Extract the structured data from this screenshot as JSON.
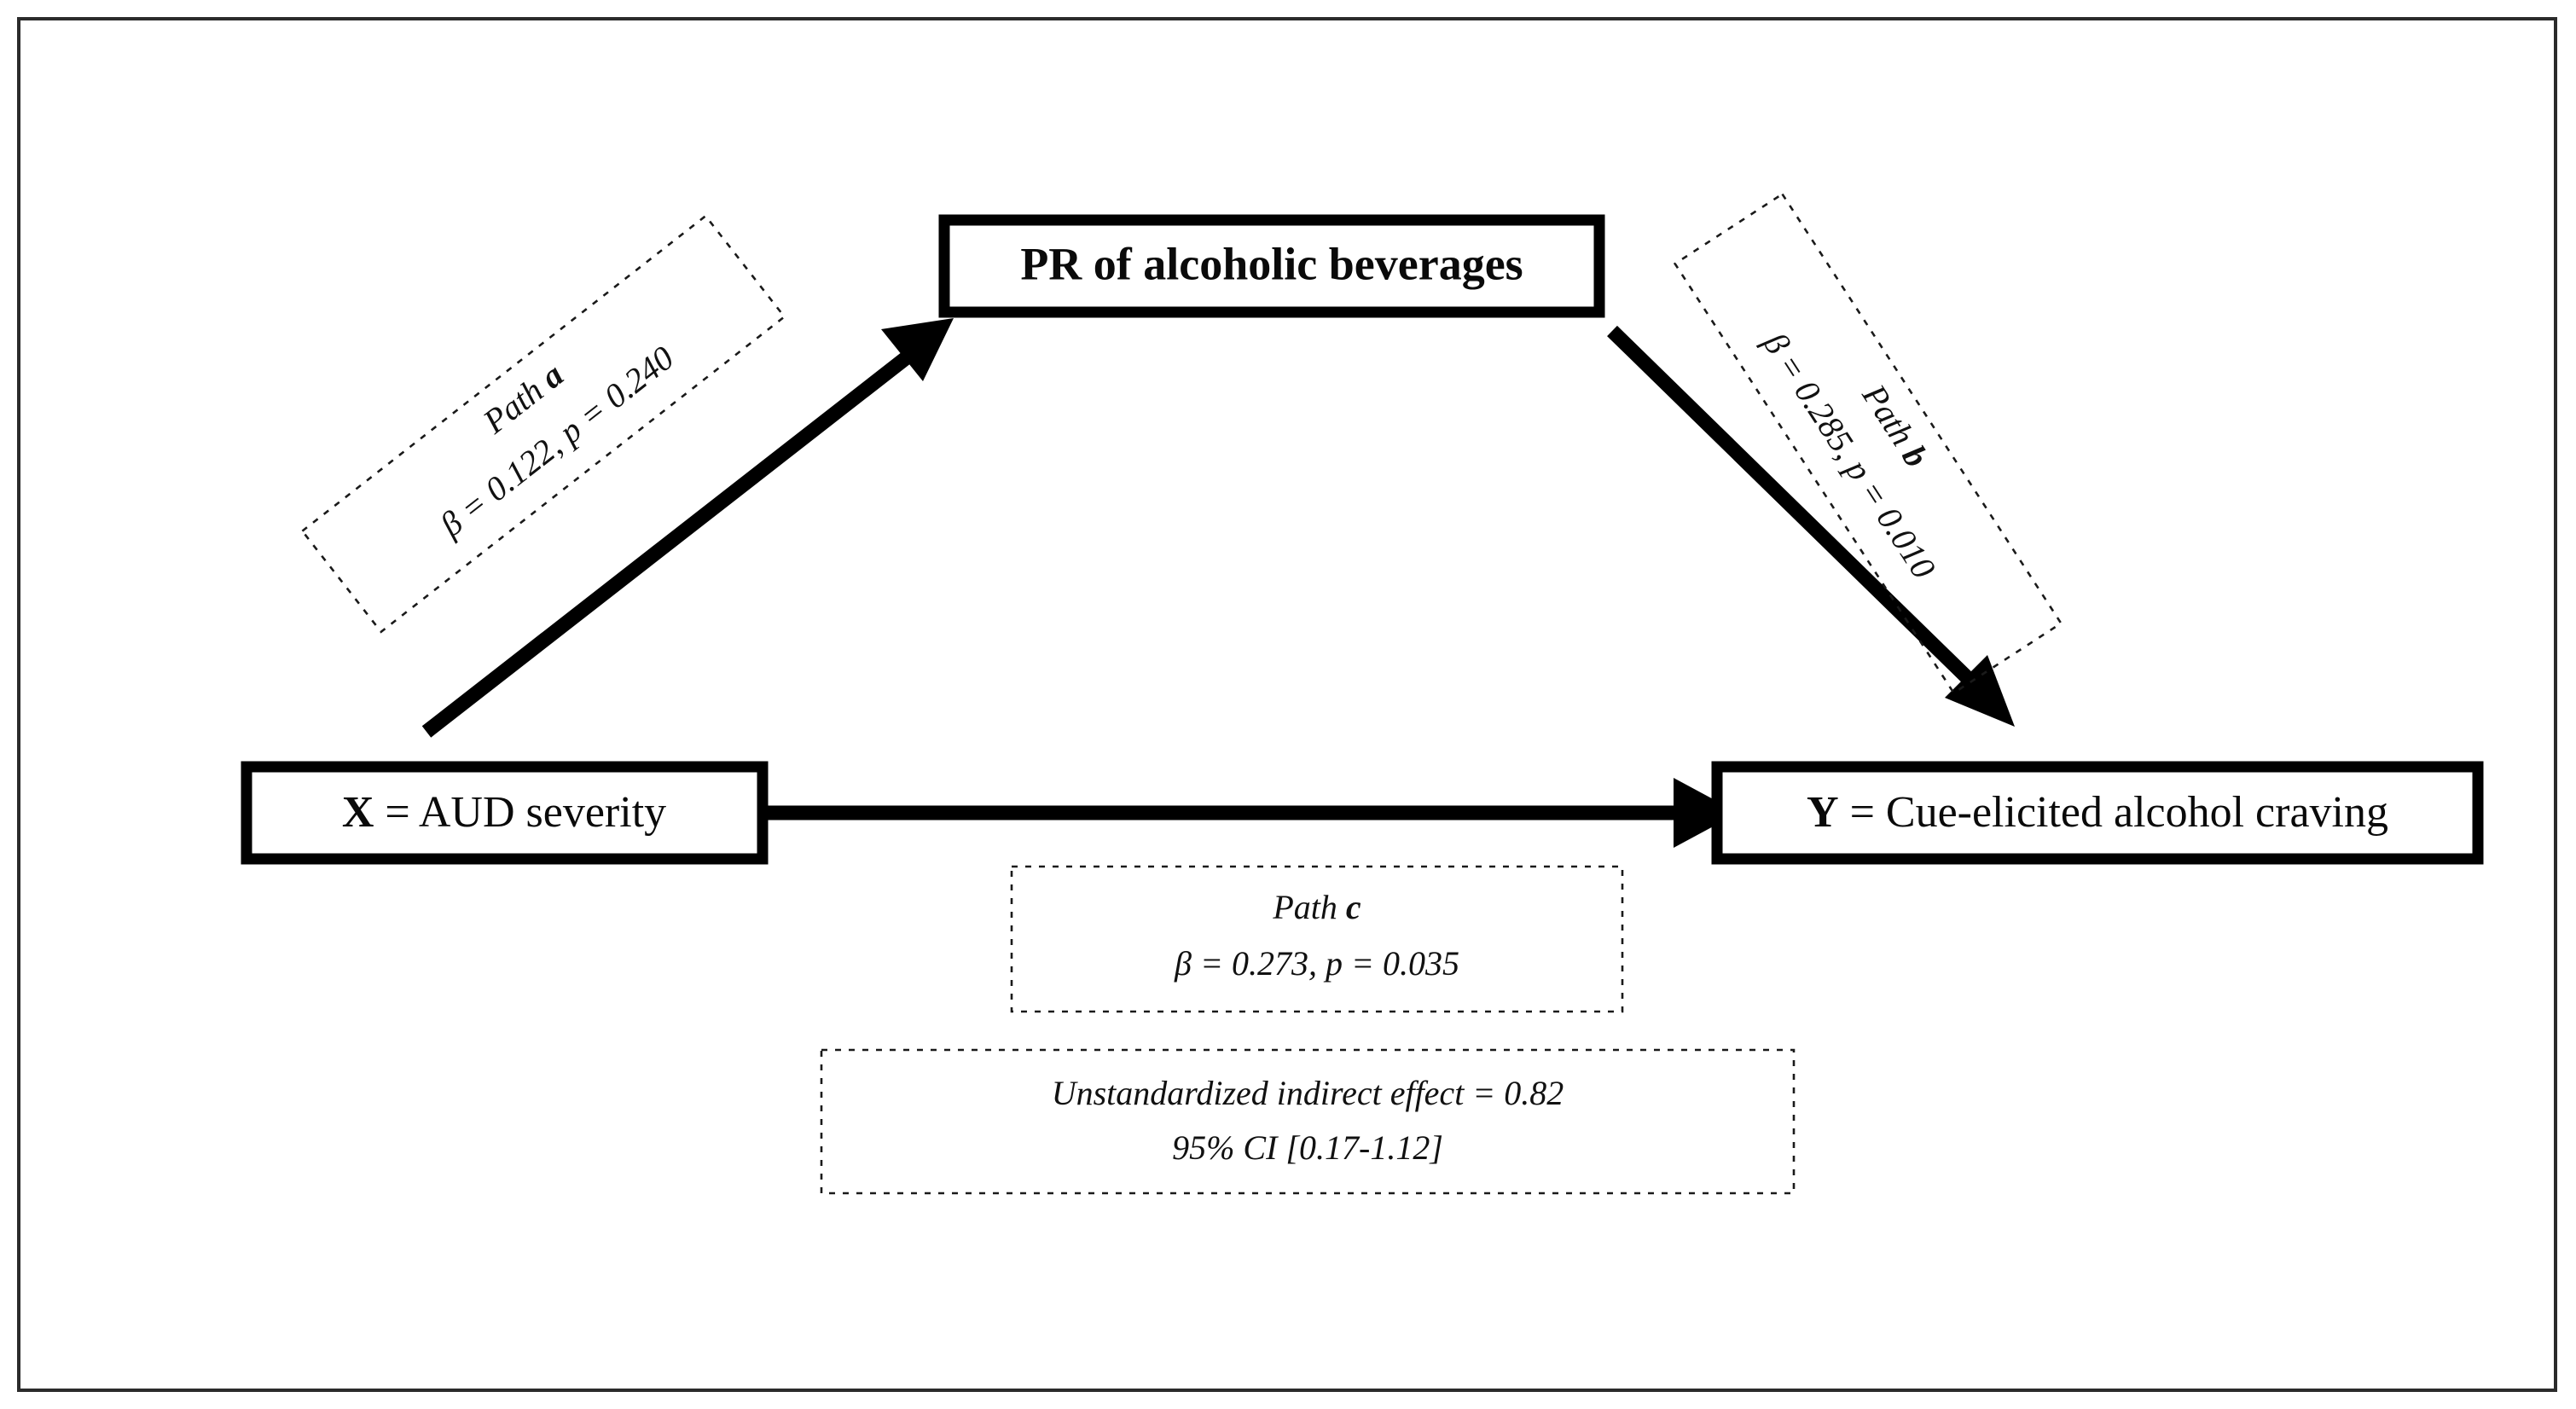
{
  "figure": {
    "type": "mediation-path-diagram",
    "background_color": "#ffffff",
    "line_color": "#000000",
    "frame_color": "#2b2b2b"
  },
  "nodes": {
    "predictor": {
      "var": "X",
      "separator": " = ",
      "name": "AUD severity",
      "full": "X = AUD severity"
    },
    "mediator": {
      "full": "PR of alcoholic beverages"
    },
    "outcome": {
      "var": "Y",
      "separator": " = ",
      "name": "Cue-elicited alcohol craving",
      "full": "Y = Cue-elicited alcohol craving"
    }
  },
  "paths": {
    "a": {
      "title_prefix": "Path ",
      "title_letter": "a",
      "stats": "β = 0.122, p = 0.240",
      "beta": 0.122,
      "p": 0.24,
      "rotation_deg": -38
    },
    "b": {
      "title_prefix": "Path ",
      "title_letter": "b",
      "stats": "β = 0.285, p = 0.010",
      "beta": 0.285,
      "p": 0.01,
      "rotation_deg": 57
    },
    "c": {
      "title_prefix": "Path ",
      "title_letter": "c",
      "stats": "β = 0.273, p = 0.035",
      "beta": 0.273,
      "p": 0.035,
      "rotation_deg": 0
    }
  },
  "indirect_effect": {
    "line1": "Unstandardized indirect effect = 0.82",
    "line2": "95% CI [0.17-1.12]",
    "value": 0.82,
    "ci_lower": 0.17,
    "ci_upper": 1.12,
    "ci_level": "95%"
  }
}
